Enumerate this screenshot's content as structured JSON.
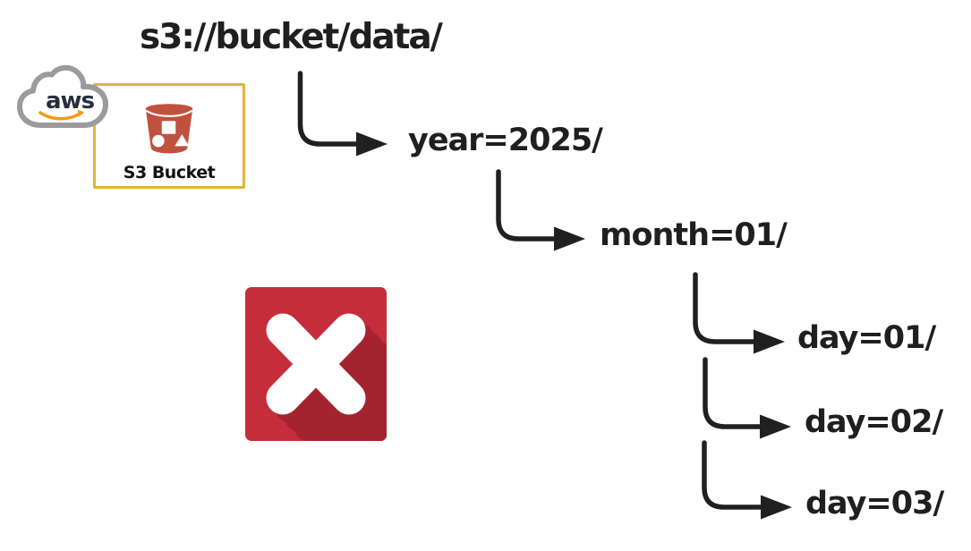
{
  "diagram": {
    "title": "s3://bucket/data/",
    "aws": {
      "logo_label": "aws",
      "card_label": "S3 Bucket"
    },
    "nodes": [
      {
        "id": "year",
        "label": "year=2025/",
        "level": 1,
        "parent": "root"
      },
      {
        "id": "month",
        "label": "month=01/",
        "level": 2,
        "parent": "year"
      },
      {
        "id": "day-01",
        "label": "day=01/",
        "level": 3,
        "parent": "month"
      },
      {
        "id": "day-02",
        "label": "day=02/",
        "level": 3,
        "parent": "month"
      },
      {
        "id": "day-03",
        "label": "day=03/",
        "level": 3,
        "parent": "month"
      }
    ],
    "icons": {
      "cloud": "aws-cloud-icon",
      "bucket": "s3-bucket-icon",
      "error": "red-x-cross-icon"
    },
    "colors": {
      "text_black": "#1f1f1f",
      "arrow_black": "#202020",
      "card_border_gold": "#e2b33c",
      "bucket_red": "#c1513f",
      "error_red": "#c62d3a",
      "error_shadow_red": "#a3242f",
      "aws_orange": "#f49819",
      "aws_navy": "#252f3e",
      "cloud_gray": "#9b9b9b"
    }
  }
}
